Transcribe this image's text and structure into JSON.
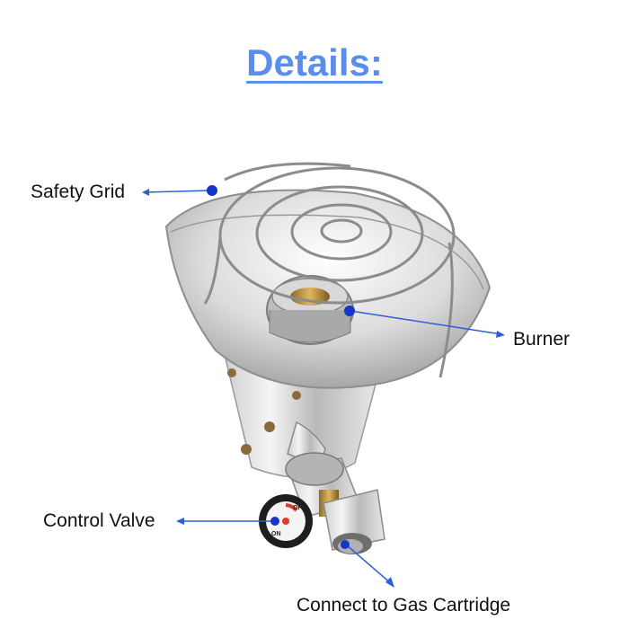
{
  "title": "Details:",
  "labels": {
    "safety_grid": "Safety Grid",
    "burner": "Burner",
    "control_valve": "Control Valve",
    "gas_cartridge": "Connect to Gas Cartridge"
  },
  "knob": {
    "on_text": "ON",
    "off_text": "OFF"
  },
  "colors": {
    "title": "#5b8def",
    "callout_line": "#2f5fd6",
    "callout_dot": "#1436c8",
    "knob_accent": "#e03a2a"
  }
}
